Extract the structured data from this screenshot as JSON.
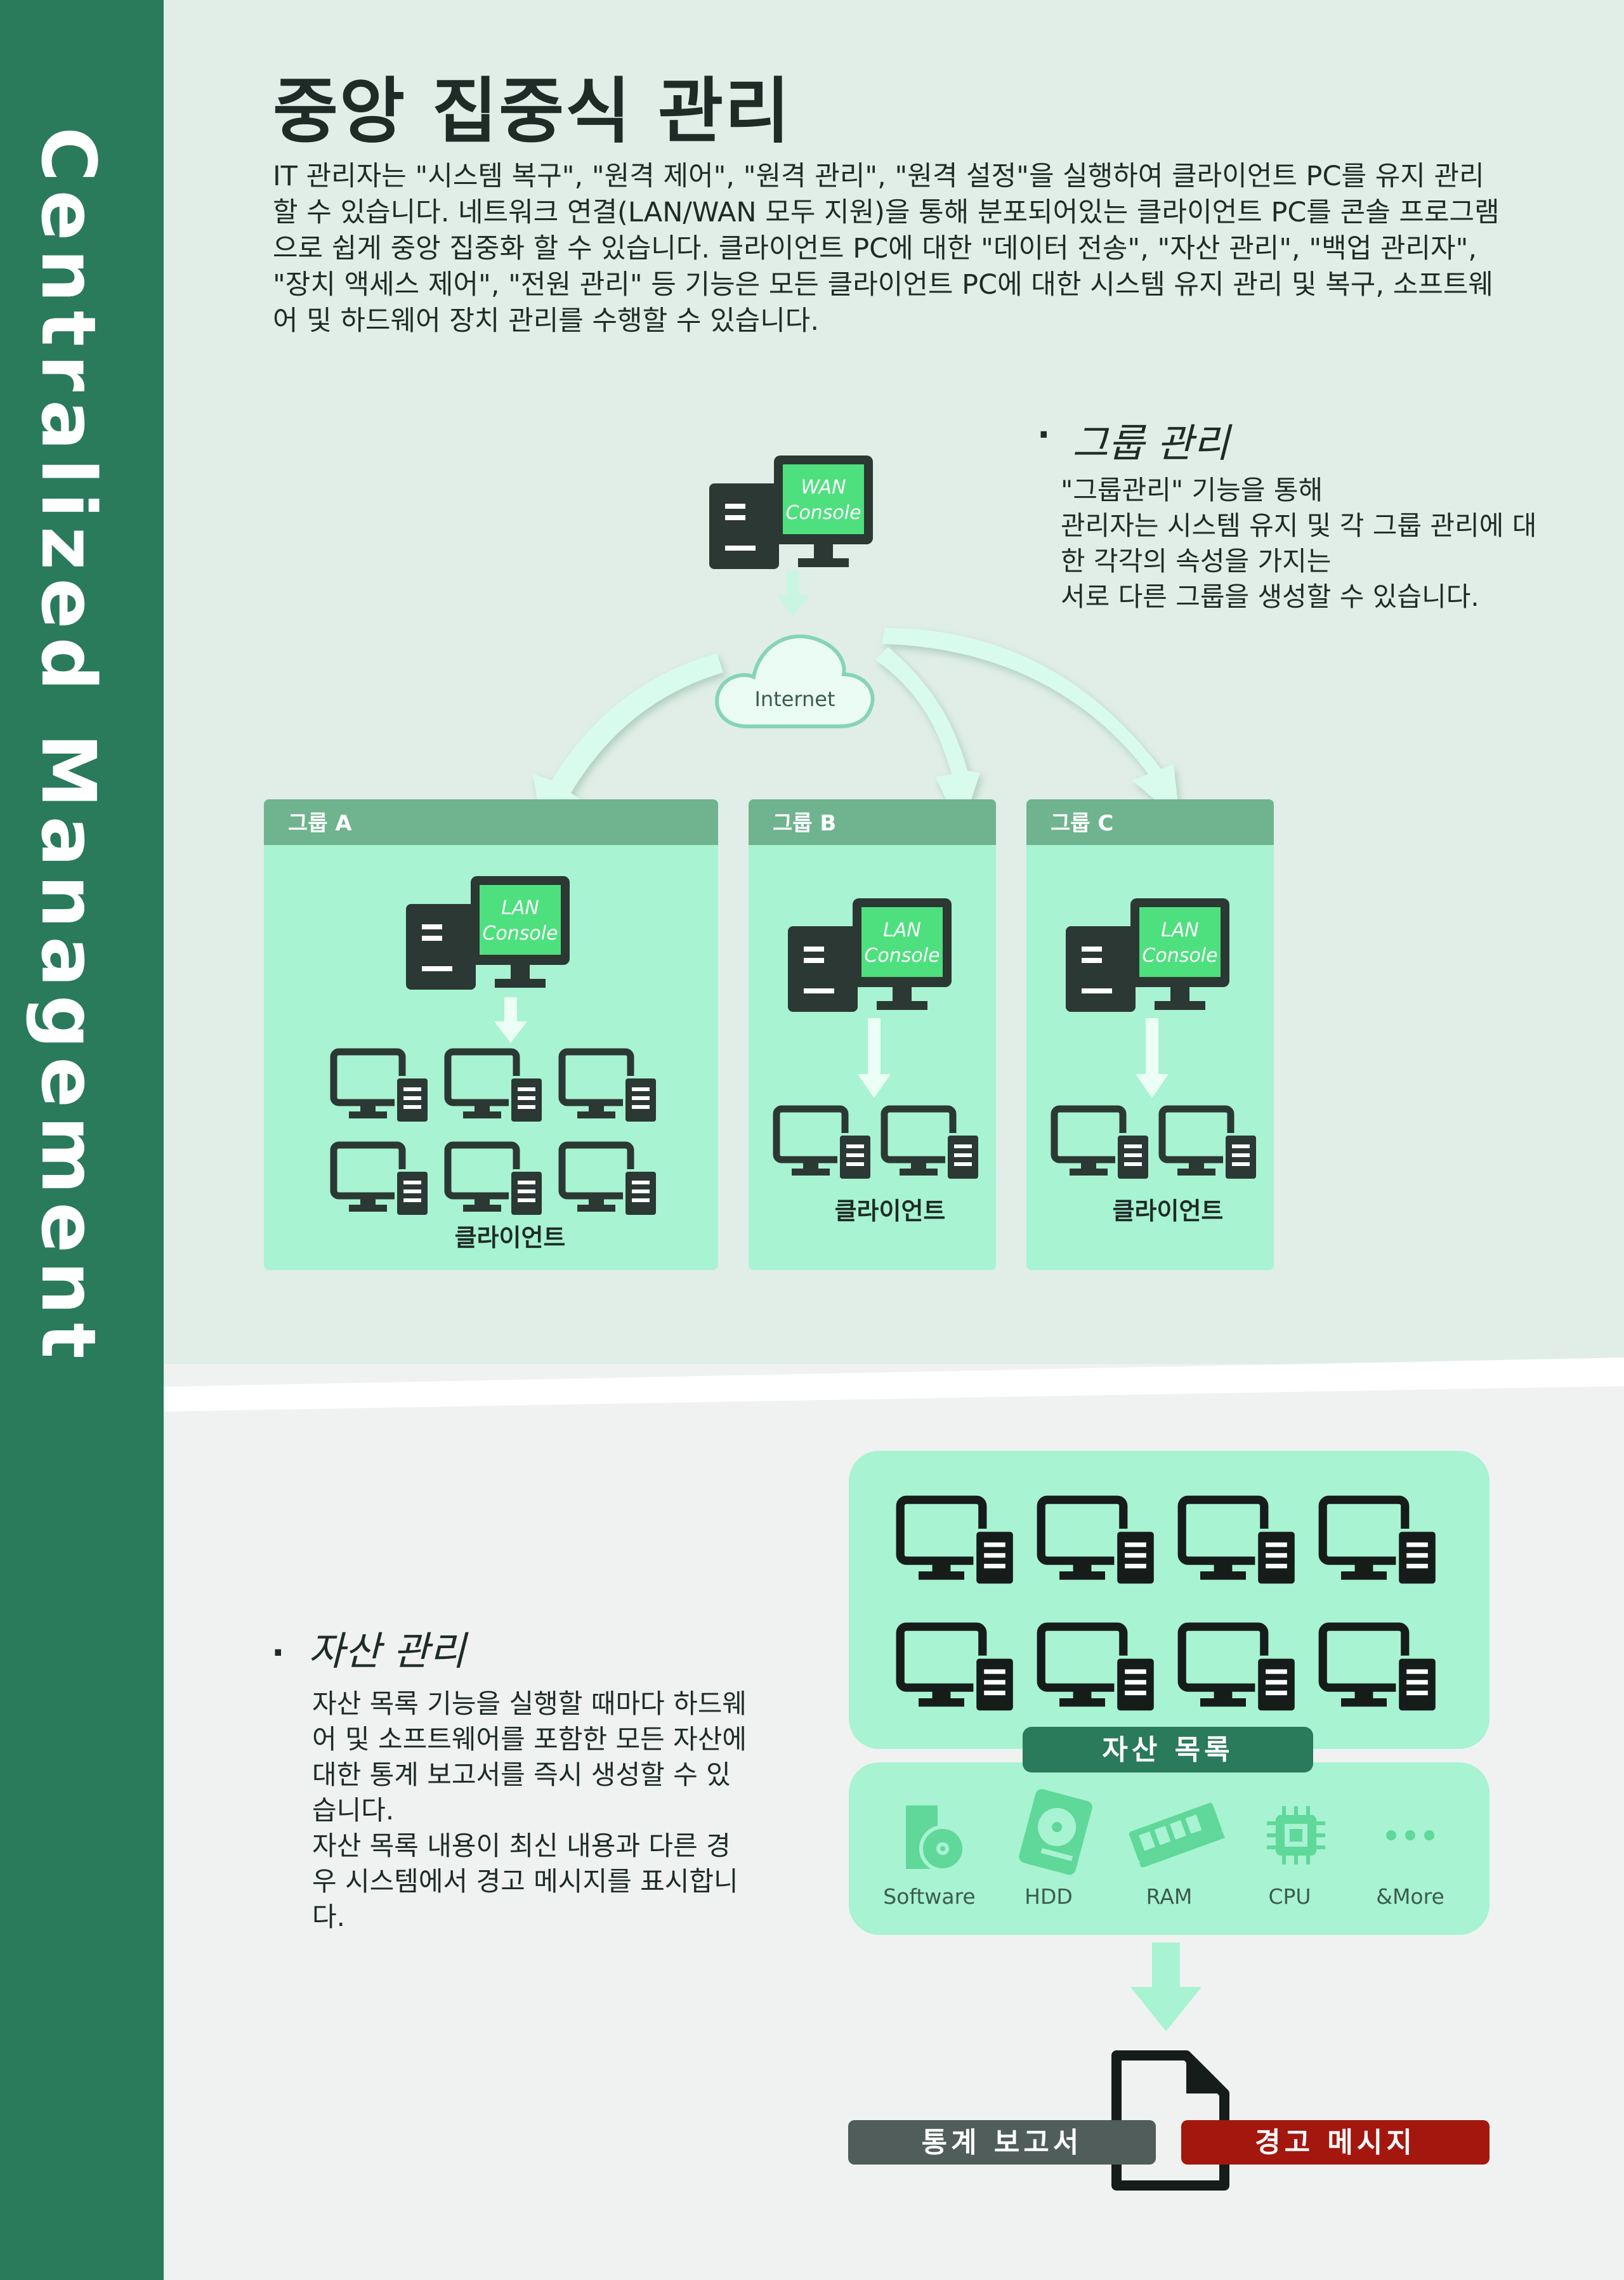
{
  "side_title": "Centralized Management",
  "header": {
    "title": "중앙 집중식 관리",
    "intro": "IT 관리자는 \"시스템 복구\", \"원격 제어\", \"원격 관리\", \"원격 설정\"을 실행하여 클라이언트 PC를 유지 관리할 수 있습니다. 네트워크 연결(LAN/WAN 모두 지원)을 통해 분포되어있는 클라이언트 PC를 콘솔 프로그램으로 쉽게 중앙 집중화 할 수 있습니다.  클라이언트 PC에 대한 \"데이터 전송\", \"자산 관리\", \"백업 관리자\", \"장치 액세스 제어\", \"전원 관리\" 등 기능은 모든 클라이언트 PC에 대한 시스템 유지 관리 및 복구, 소프트웨어 및 하드웨어 장치 관리를 수행할 수 있습니다."
  },
  "group_section": {
    "bullet": ".",
    "heading": "그룹 관리",
    "body_lines": [
      "\"그룹관리\" 기능을 통해",
      "관리자는 시스템 유지 및 각 그룹 관리에 대",
      "한 각각의 속성을 가지는",
      "서로 다른 그룹을 생성할 수 있습니다."
    ]
  },
  "network": {
    "wan_console": [
      "WAN",
      "Console"
    ],
    "cloud_label": "Internet",
    "groups": [
      {
        "name": "그룹  A",
        "console": [
          "LAN",
          "Console"
        ],
        "client_label": "클라이언트"
      },
      {
        "name": "그룹 B",
        "console": [
          "LAN",
          "Console"
        ],
        "client_label": "클라이언트"
      },
      {
        "name": "그룹 C",
        "console": [
          "LAN",
          "Console"
        ],
        "client_label": "클라이언트"
      }
    ]
  },
  "asset_section": {
    "bullet": ".",
    "heading": "자산 관리",
    "body_lines": [
      "자산 목록 기능을 실행할 때마다 하드웨",
      "어 및 소프트웨어를 포함한 모든 자산에",
      "대한 통계 보고서를 즉시 생성할 수 있",
      "습니다.",
      "자산 목록 내용이 최신 내용과 다른 경",
      "우 시스템에서 경고 메시지를 표시합니",
      "다."
    ]
  },
  "inventory": {
    "label": "자산 목록",
    "items": [
      {
        "label": "Software",
        "icon": "software-disc-icon"
      },
      {
        "label": "HDD",
        "icon": "hdd-icon"
      },
      {
        "label": "RAM",
        "icon": "ram-icon"
      },
      {
        "label": "CPU",
        "icon": "cpu-icon"
      },
      {
        "label": "&More",
        "icon": "more-dots-icon"
      }
    ],
    "report_label": "통계 보고서",
    "warning_label": "경고 메시지"
  },
  "colors": {
    "band": "#2a7a5c",
    "mint": "#a8f3d1",
    "group_header": "#6fb38f",
    "console_screen": "#4ee07e",
    "dark_icon": "#2b3833",
    "report": "#505d5a",
    "warning": "#a3170f"
  }
}
